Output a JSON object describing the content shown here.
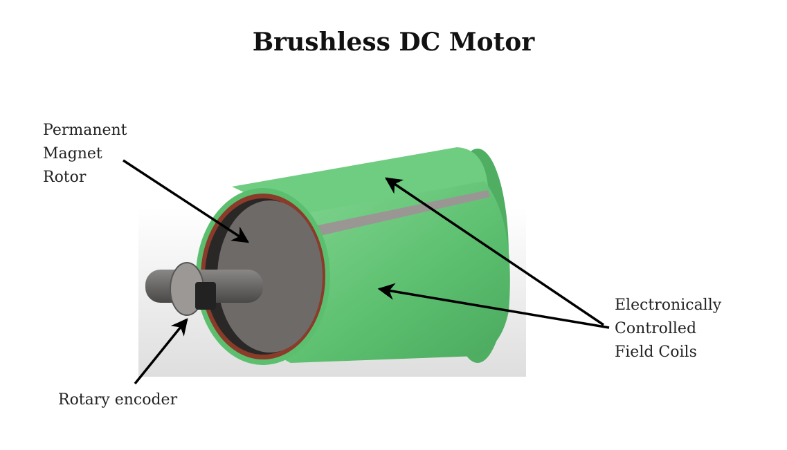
{
  "title": "Brushless DC Motor",
  "labels": {
    "rotor": [
      "Permanent",
      "Magnet",
      "Rotor"
    ],
    "coils": [
      "Electronically",
      "Controlled",
      "Field Coils"
    ],
    "encoder": "Rotary encoder"
  },
  "colors": {
    "coil_green": "#5cc070",
    "coil_green_light": "#7fd38c",
    "copper_ring": "#8a3b2a",
    "rotor_gray": "#6e6a68",
    "shaft_gray": "#5a5856",
    "backdrop": "#e9e9e9"
  }
}
